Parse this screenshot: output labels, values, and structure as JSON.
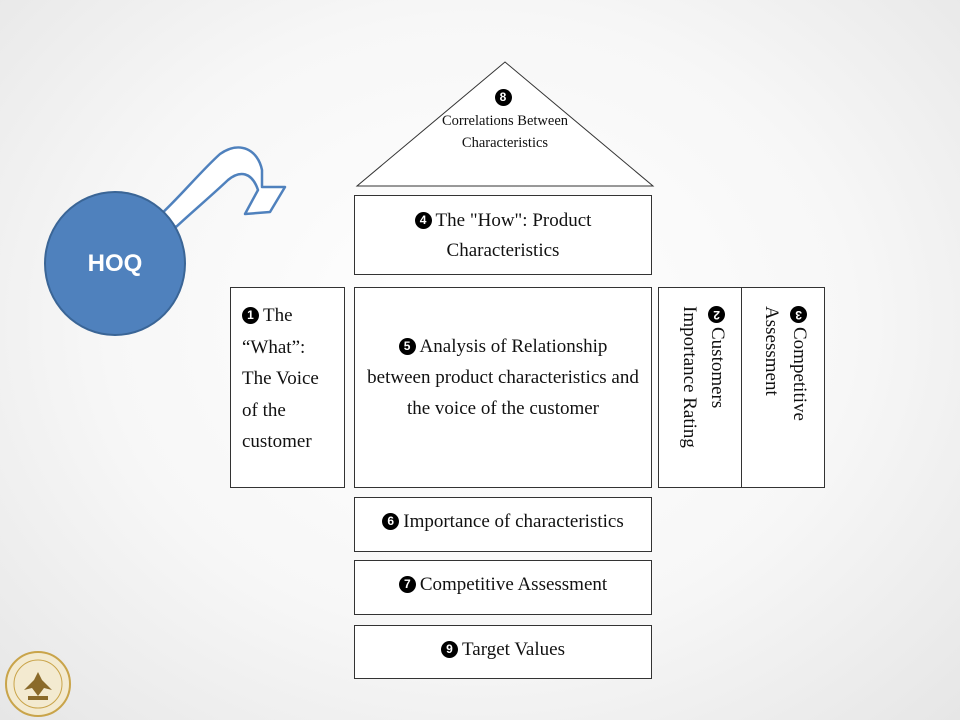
{
  "hoq_label": "HOQ",
  "roof": {
    "number": "8",
    "line1": "Correlations Between",
    "line2": "Characteristics"
  },
  "how": {
    "number": "4",
    "line1": "The \"How\": Product",
    "line2": "Characteristics"
  },
  "what": {
    "number": "1",
    "line1": "The",
    "line2": "“What”:",
    "line3": "The Voice",
    "line4": "of the",
    "line5": "customer"
  },
  "relationship": {
    "number": "5",
    "line1": "Analysis of Relationship",
    "line2": "between product characteristics and",
    "line3": "the voice of the customer"
  },
  "customer_rating": {
    "number": "2",
    "line1": "Customers",
    "line2": "Importance Rating"
  },
  "competitive_right": {
    "number": "3",
    "line1": "Competitive",
    "line2": "Assessment"
  },
  "importance": {
    "number": "6",
    "label": "Importance of characteristics"
  },
  "competitive_bottom": {
    "number": "7",
    "label": "Competitive Assessment"
  },
  "target": {
    "number": "9",
    "label": "Target Values"
  },
  "colors": {
    "hoq_fill": "#4f81bd",
    "arrow_stroke": "#4f81bd",
    "logo_gold": "#c9a44a"
  },
  "icons": {
    "arrow": "curved-arrow-icon",
    "logo": "university-emblem-icon"
  }
}
